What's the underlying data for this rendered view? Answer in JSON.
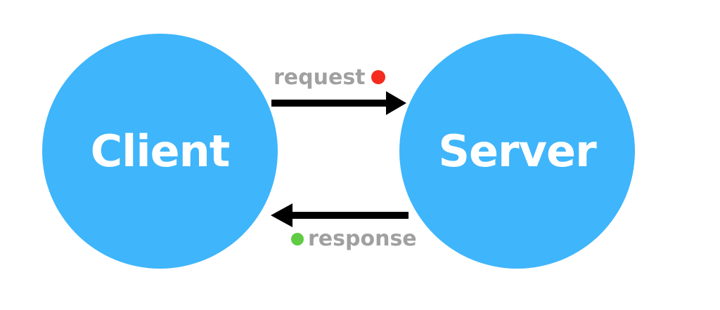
{
  "diagram": {
    "title": "Client Server request response diagram",
    "background_color": "#ffffff",
    "nodes": [
      {
        "id": "client",
        "label": "Client",
        "shape": "circle",
        "fill_color": "#3FB5FB",
        "text_color": "#ffffff"
      },
      {
        "id": "server",
        "label": "Server",
        "shape": "circle",
        "fill_color": "#3FB5FB",
        "text_color": "#ffffff"
      }
    ],
    "edges": [
      {
        "id": "request",
        "label": "request",
        "from": "client",
        "to": "server",
        "direction": "right",
        "label_color": "#a0a0a0",
        "arrow_color": "#000000",
        "dot_icon": "red-status-dot",
        "dot_color": "#F52B20",
        "dot_position": "after-label"
      },
      {
        "id": "response",
        "label": "response",
        "from": "server",
        "to": "client",
        "direction": "left",
        "label_color": "#a0a0a0",
        "arrow_color": "#000000",
        "dot_icon": "green-status-dot",
        "dot_color": "#5FCC43",
        "dot_position": "before-label"
      }
    ]
  }
}
